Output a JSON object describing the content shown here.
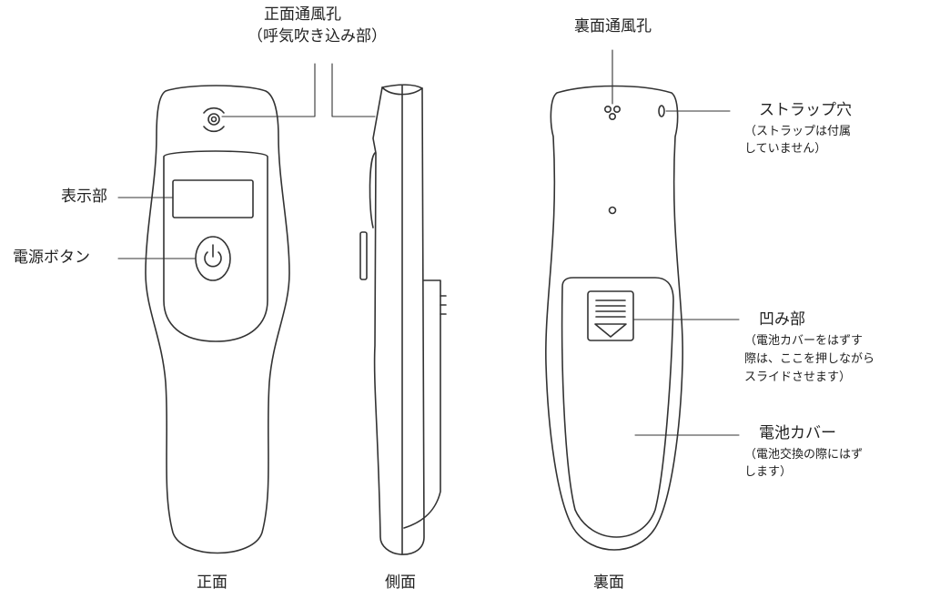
{
  "labels": {
    "front_vent_title": "正面通風孔",
    "front_vent_sub": "（呼気吹き込み部）",
    "back_vent": "裏面通風孔",
    "strap_hole": "ストラップ穴",
    "strap_hole_note_1": "（ストラップは付属",
    "strap_hole_note_2": "していません）",
    "display": "表示部",
    "power_button": "電源ボタン",
    "recess": "凹み部",
    "recess_note_1": "（電池カバーをはずす",
    "recess_note_2": "際は、ここを押しながら",
    "recess_note_3": "スライドさせます）",
    "battery_cover": "電池カバー",
    "battery_cover_note_1": "（電池交換の際にはず",
    "battery_cover_note_2": "します）"
  },
  "views": {
    "front": "正面",
    "side": "側面",
    "back": "裏面"
  },
  "colors": {
    "line": "#333333",
    "body": "#ffffff"
  }
}
